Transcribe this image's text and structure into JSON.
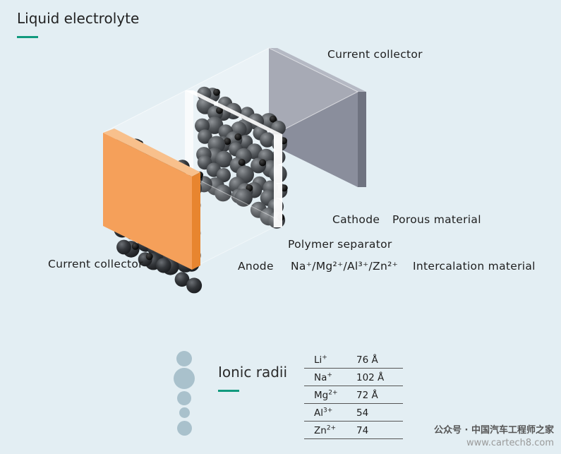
{
  "header": {
    "title": "Liquid electrolyte"
  },
  "diagram": {
    "top_collector_label": "Current collector",
    "left_collector_label": "Current collector",
    "cathode_label": "Cathode",
    "porous_label": "Porous material",
    "separator_label": "Polymer separator",
    "anode_label": "Anode",
    "ions_label": "Na⁺/Mg²⁺/Al³⁺/Zn²⁺",
    "intercalation_label": "Intercalation material",
    "colors": {
      "anode_collector": "#f5a05a",
      "cathode_collector": "#8a8e9c",
      "particle_dark": "#2d3034",
      "particle_cathode": "#5a5e62",
      "ion": "#0a0a0a",
      "accent": "#119a7e"
    }
  },
  "ionic_radii": {
    "title": "Ionic radii",
    "rows": [
      {
        "ion": "Li",
        "charge": "+",
        "value": "76 Å"
      },
      {
        "ion": "Na",
        "charge": "+",
        "value": "102 Å"
      },
      {
        "ion": "Mg",
        "charge": "2+",
        "value": "72 Å"
      },
      {
        "ion": "Al",
        "charge": "3+",
        "value": "54"
      },
      {
        "ion": "Zn",
        "charge": "2+",
        "value": "74"
      }
    ]
  },
  "watermark": {
    "line1": "公众号 · 中国汽车工程师之家",
    "line2": "www.cartech8.com"
  }
}
